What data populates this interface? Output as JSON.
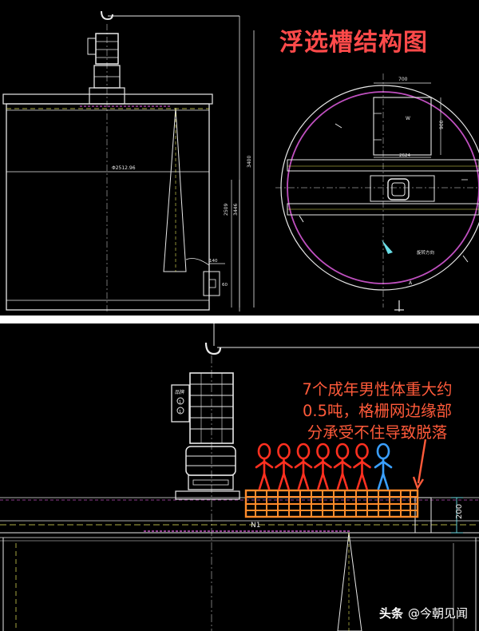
{
  "title": "浮选槽结构图",
  "top_drawing": {
    "width_label": "Φ2512.96",
    "height_label_outer": "3400",
    "height_label_mid": "2509",
    "height_label_right": "3446",
    "small_label_140": "140",
    "small_label_60": "60",
    "plan_top_label": "700",
    "plan_right_label": "900",
    "plan_mid_label": "2624",
    "plan_w_label": "W",
    "plan_flow_label": "旋转方向",
    "plan_a_label": "A"
  },
  "bottom_drawing": {
    "annotation_lines": [
      "7个成年男性体重大约",
      "0.5吨，格栅网边缘部",
      "分承受不住导致脱落"
    ],
    "dim_label": "200",
    "n1_label": "N1",
    "people_count_red": 6,
    "people_count_blue": 1
  },
  "watermark": {
    "platform": "头条",
    "account": "@今朝见闻"
  },
  "colors": {
    "background": "#000000",
    "cad_white": "#e8e8e8",
    "cad_yellow": "#e8e85a",
    "cad_magenta": "#c050c0",
    "cad_cyan": "#6adfe8",
    "title_red": "#ff4a4a",
    "annotation_red": "#ff5a3a",
    "grate_orange": "#ff8a2a",
    "figure_red": "#ff3020",
    "figure_blue": "#3aa0ff"
  }
}
